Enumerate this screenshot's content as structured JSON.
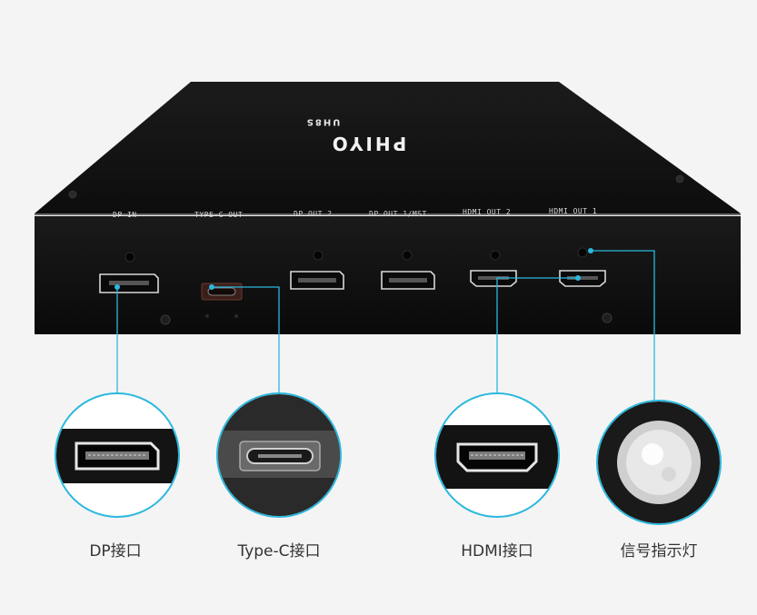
{
  "device": {
    "brand": "PHIYO",
    "model": "UH8S",
    "port_labels": [
      "DP IN",
      "TYPE-C OUT",
      "DP OUT 2",
      "DP OUT 1/MST",
      "HDMI OUT 2",
      "HDMI OUT 1"
    ]
  },
  "callouts": [
    {
      "caption": "DP接口",
      "icon": "displayport-icon"
    },
    {
      "caption": "Type-C接口",
      "icon": "usb-c-icon"
    },
    {
      "caption": "HDMI接口",
      "icon": "hdmi-icon"
    },
    {
      "caption": "信号指示灯",
      "icon": "led-indicator-icon"
    }
  ],
  "colors": {
    "accent_line": "#2bb8de",
    "device_body": "#151515",
    "background": "#f4f4f4"
  }
}
